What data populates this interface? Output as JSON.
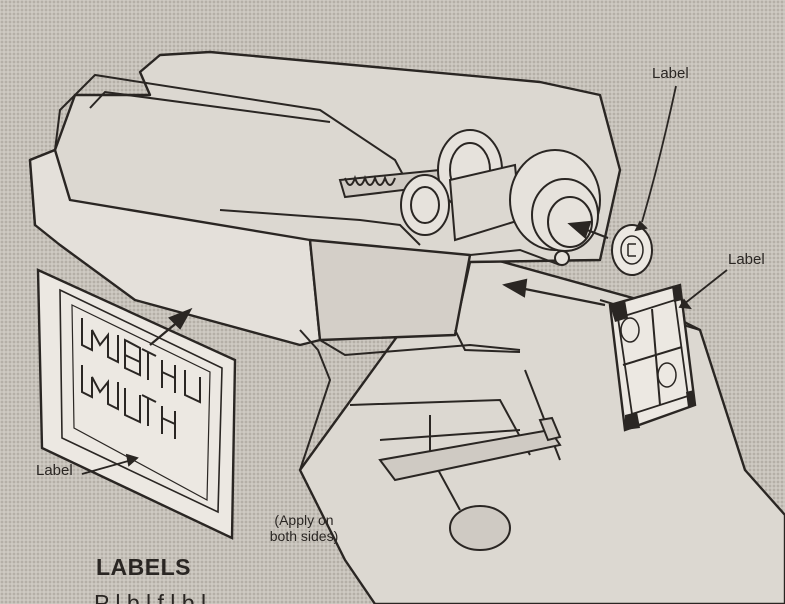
{
  "callouts": {
    "label_top": "Label",
    "label_right": "Label",
    "label_left": "Label"
  },
  "apply_note": {
    "line1": "(Apply on",
    "line2": "both sides)"
  },
  "section": {
    "heading": "LABELS",
    "partial_text": "P      l b l f    l b l"
  },
  "colors": {
    "background": "#c7c2ba",
    "ink": "#2a2623",
    "body_light": "#dedad4"
  }
}
